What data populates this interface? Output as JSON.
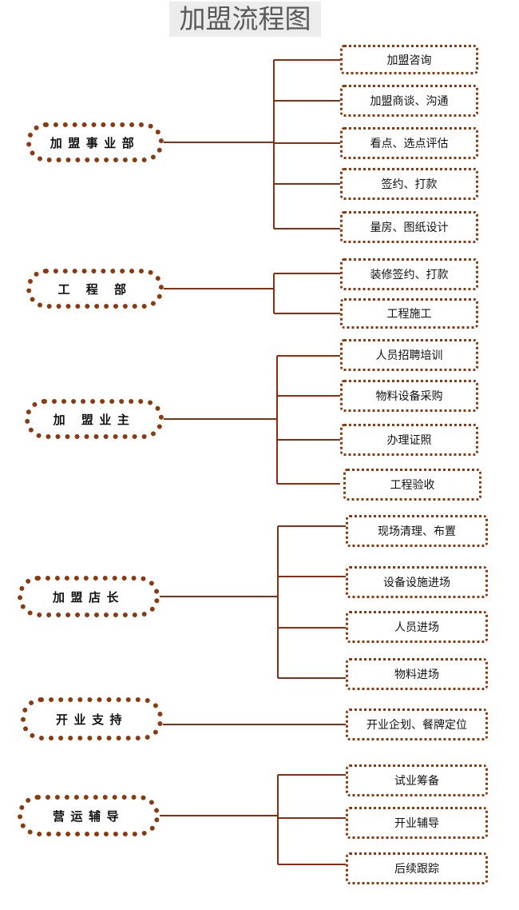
{
  "title": "加盟流程图",
  "colors": {
    "line": "#8b2e0f",
    "border": "#8b3a0f"
  },
  "groups": [
    {
      "name": "加盟事业部",
      "steps": [
        "加盟咨询",
        "加盟商谈、沟通",
        "看点、选点评估",
        "签约、打款",
        "量房、图纸设计"
      ]
    },
    {
      "name": "工 程 部",
      "steps": [
        "装修签约、打款",
        "工程施工"
      ]
    },
    {
      "name": "加 盟业主",
      "steps": [
        "人员招聘培训",
        "物料设备采购",
        "办理证照",
        "工程验收"
      ]
    },
    {
      "name": "加盟店长",
      "steps": [
        "现场清理、布置",
        "设备设施进场",
        "人员进场",
        "物料进场"
      ]
    },
    {
      "name": "开业支持",
      "steps": [
        "开业企划、餐牌定位"
      ]
    },
    {
      "name": "营运辅导",
      "steps": [
        "试业筹备",
        "开业辅导",
        "后续跟踪"
      ]
    }
  ]
}
